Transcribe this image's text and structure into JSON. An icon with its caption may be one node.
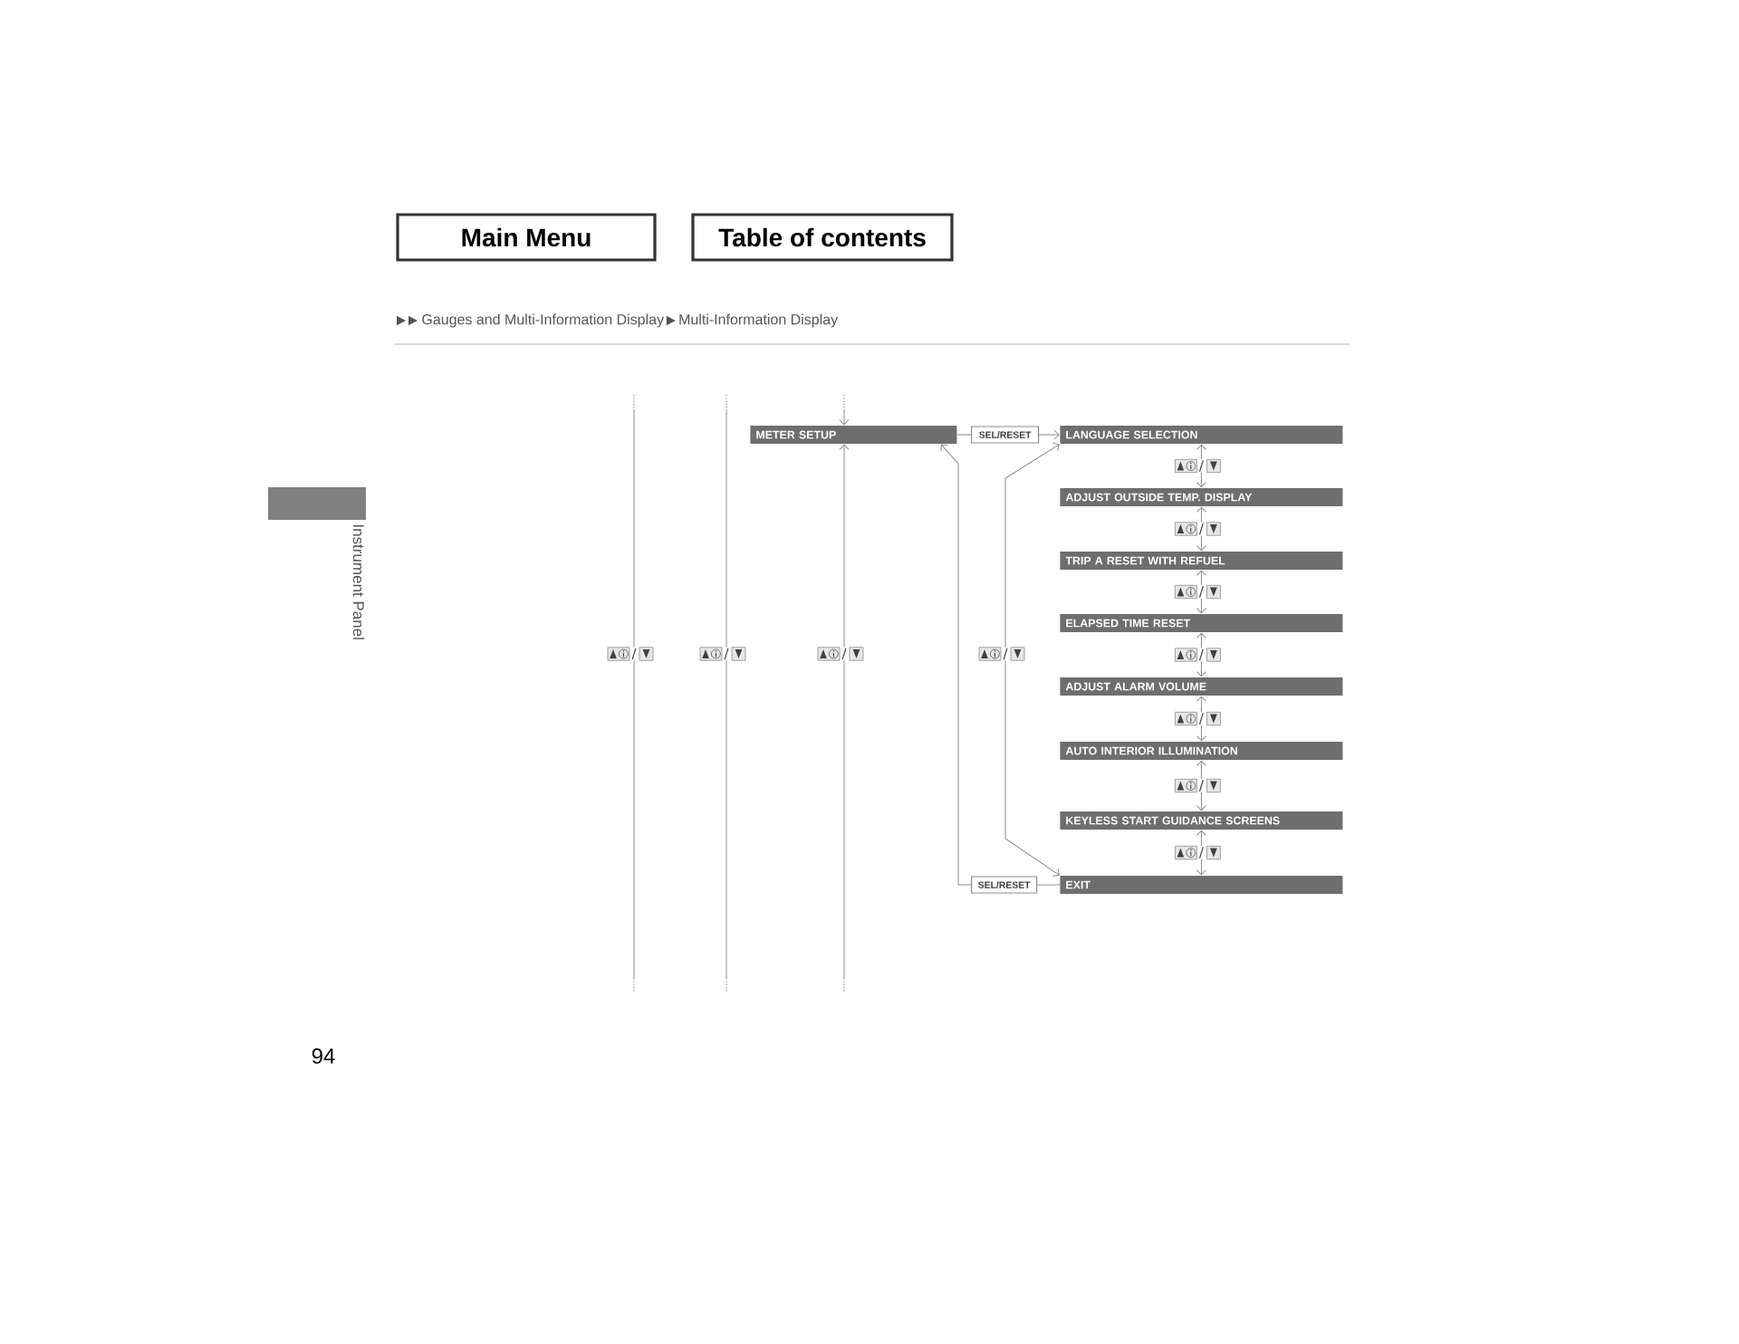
{
  "diagram": {
    "nodes": [
      {
        "text": [
          "Main Menu"
        ]
      },
      {
        "text": [
          "Table of contents"
        ]
      },
      {
        "text": [
          "METER SETUP"
        ]
      },
      {
        "text": [
          "SEL/RESET"
        ]
      },
      {
        "text": [
          "LANGUAGE SELECTION"
        ]
      },
      {
        "text": [
          "ADJUST OUTSIDE TEMP. DISPLAY"
        ]
      },
      {
        "text": [
          "TRIP A RESET WITH REFUEL"
        ]
      },
      {
        "text": [
          "ELAPSED TIME RESET"
        ]
      },
      {
        "text": [
          "ADJUST ALARM VOLUME"
        ]
      },
      {
        "text": [
          "AUTO INTERIOR ILLUMINATION"
        ]
      },
      {
        "text": [
          "KEYLESS START GUIDANCE SCREENS"
        ]
      },
      {
        "text": [
          "EXIT"
        ]
      },
      {
        "text": [
          "SEL/RESET"
        ]
      }
    ],
    "edges": [
      {
        "from": 2,
        "to": 3,
        "arrow": "none"
      },
      {
        "from": 3,
        "to": 4,
        "arrow": "to"
      },
      {
        "from": 4,
        "to": 5,
        "arrow": "both",
        "label": "/"
      },
      {
        "from": 5,
        "to": 6,
        "arrow": "both",
        "label": "/"
      },
      {
        "from": 6,
        "to": 7,
        "arrow": "both",
        "label": "/"
      },
      {
        "from": 7,
        "to": 8,
        "arrow": "both",
        "label": "/"
      },
      {
        "from": 8,
        "to": 9,
        "arrow": "both",
        "label": "/"
      },
      {
        "from": 9,
        "to": 10,
        "arrow": "both",
        "label": "/"
      },
      {
        "from": 10,
        "to": 11,
        "arrow": "both",
        "label": "/"
      },
      {
        "from": 11,
        "to": 4,
        "arrow": "both",
        "label": "/"
      },
      {
        "from": 11,
        "to": 12,
        "arrow": "none"
      },
      {
        "from": 12,
        "to": 2,
        "arrow": "to"
      },
      {
        "from": null,
        "to": 2,
        "arrow": "to"
      },
      {
        "from": null,
        "to": 2,
        "arrow": "to",
        "label": "/"
      }
    ],
    "labels": [
      "Gauges and Multi-Information Display",
      "Multi-Information Display",
      "Instrument Panel",
      "/",
      "/",
      "94"
    ]
  }
}
